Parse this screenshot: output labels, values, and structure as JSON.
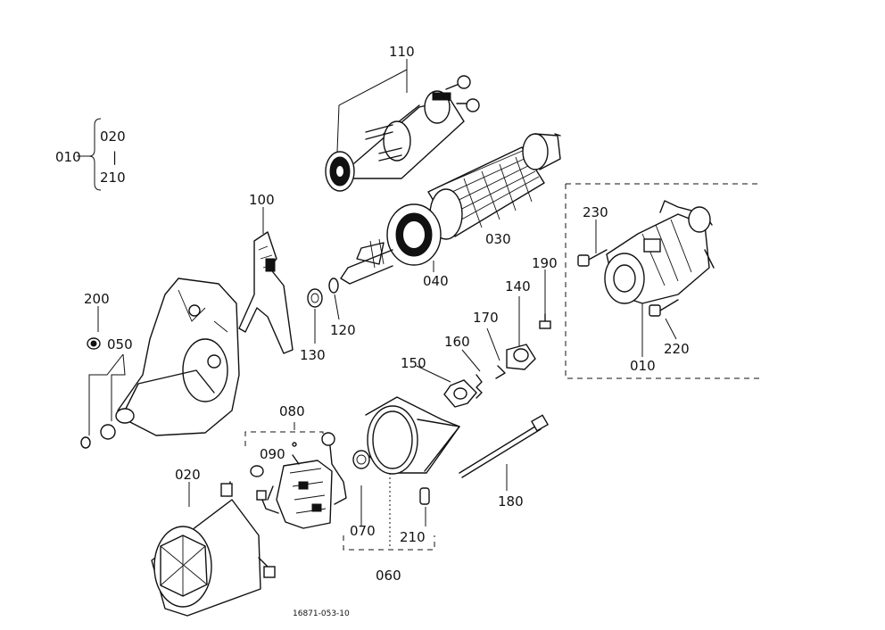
{
  "drawing_code": "16871-053-10",
  "assembly_callout": {
    "parent": "010",
    "children": [
      "020",
      "210"
    ],
    "connector": "|"
  },
  "callouts": {
    "c110": "110",
    "c100": "100",
    "c030": "030",
    "c040": "040",
    "c120": "120",
    "c130": "130",
    "c200": "200",
    "c050": "050",
    "c230": "230",
    "c190": "190",
    "c140": "140",
    "c170": "170",
    "c160": "160",
    "c150": "150",
    "c220": "220",
    "c010": "010",
    "c080": "080",
    "c090": "090",
    "c020": "020",
    "c070": "070",
    "c210": "210",
    "c060": "060",
    "c180": "180"
  }
}
